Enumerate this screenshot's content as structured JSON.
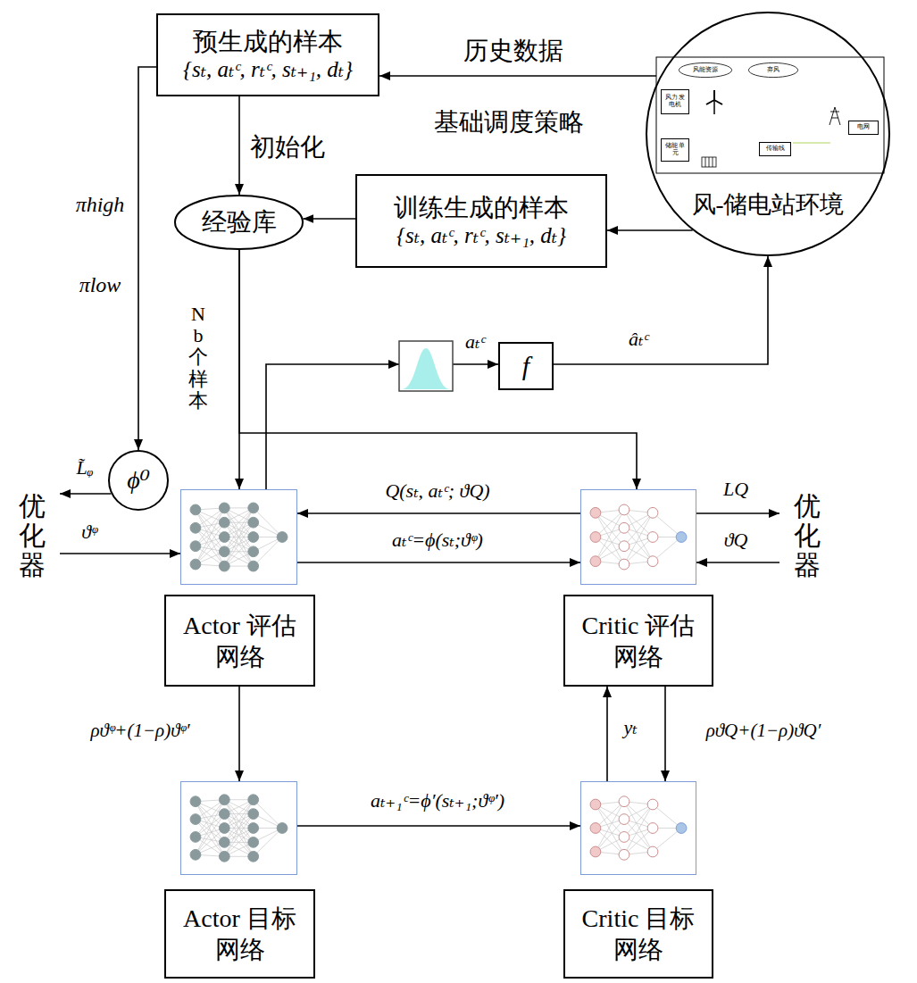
{
  "diagram": {
    "nodes": [
      {
        "text": [
          "预生成的样本",
          "{sₜ, aₜᶜ, rₜᶜ, sₜ₊₁, dₜ}"
        ]
      },
      {
        "text": [
          "风-储电站环境"
        ]
      },
      {
        "text": [
          "风能资源"
        ],
        "in": 1
      },
      {
        "text": [
          "弃风"
        ],
        "in": 1
      },
      {
        "text": [
          "风力 发电机"
        ],
        "in": 1
      },
      {
        "text": [
          "储能 单元"
        ],
        "in": 1
      },
      {
        "text": [
          "传输线"
        ],
        "in": 1
      },
      {
        "text": [
          "电网"
        ],
        "in": 1
      },
      {
        "text": [
          "经验库"
        ]
      },
      {
        "text": [
          "训练生成的样本",
          "{sₜ, aₜᶜ, rₜᶜ, sₜ₊₁, dₜ}"
        ]
      },
      {
        "text": [
          "f"
        ]
      },
      {
        "text": [
          "ϕ⁰"
        ]
      },
      {
        "text": [
          "优化器"
        ]
      },
      {
        "text": [
          "Actor 评估网络"
        ]
      },
      {
        "text": [
          "Critic 评估网络"
        ]
      },
      {
        "text": [
          "优化器"
        ]
      },
      {
        "text": [
          "Actor 目标网络"
        ]
      },
      {
        "text": [
          "Critic 目标网络"
        ]
      }
    ],
    "edges": [
      {
        "from": 1,
        "to": 0,
        "arrow": "to",
        "label": "历史数据"
      },
      {
        "from": 0,
        "to": 8,
        "arrow": "to",
        "label": "初始化"
      },
      {
        "from": 1,
        "to": 9,
        "arrow": "to"
      },
      {
        "from": 9,
        "to": 8,
        "arrow": "to"
      },
      {
        "from": 8,
        "to": 13,
        "arrow": "to",
        "label": "Nb个样本"
      },
      {
        "from": 8,
        "to": 14,
        "arrow": "to"
      },
      {
        "from": 13,
        "to": 10,
        "arrow": "to",
        "label": "aₜᶜ"
      },
      {
        "from": 10,
        "to": 1,
        "arrow": "to",
        "label": "âₜᶜ"
      },
      {
        "from": 14,
        "to": 13,
        "arrow": "to",
        "label": "Q(sₜ, aₜᶜ; ϑQ)"
      },
      {
        "from": 13,
        "to": 14,
        "arrow": "to",
        "label": "aₜᶜ=ϕ(sₜ;ϑᵠ)"
      },
      {
        "from": 14,
        "to": 15,
        "arrow": "to",
        "label": "LQ"
      },
      {
        "from": 15,
        "to": 14,
        "arrow": "to",
        "label": "ϑQ"
      },
      {
        "from": 11,
        "to": 12,
        "arrow": "to",
        "label": "L̃ᵩ"
      },
      {
        "from": 12,
        "to": 13,
        "arrow": "to",
        "label": "ϑᵠ"
      },
      {
        "from": 0,
        "to": 11,
        "arrow": "to"
      },
      {
        "from": 13,
        "to": 16,
        "arrow": "to",
        "label": "ρϑᵠ+(1−ρ)ϑᵠ′"
      },
      {
        "from": 16,
        "to": 17,
        "arrow": "to",
        "label": "aₜ₊₁ᶜ=ϕ′(sₜ₊₁;ϑᵠ′)"
      },
      {
        "from": 17,
        "to": 14,
        "arrow": "to",
        "label": "yₜ"
      },
      {
        "from": 14,
        "to": 17,
        "arrow": "to",
        "label": "ρϑQ+(1−ρ)ϑQ′"
      },
      {
        "from": 2,
        "to": 4,
        "arrow": "to"
      },
      {
        "from": 4,
        "to": 3,
        "arrow": "to"
      },
      {
        "from": 4,
        "to": 5,
        "arrow": "to"
      },
      {
        "from": 4,
        "to": 6,
        "arrow": "to"
      },
      {
        "from": 6,
        "to": 7,
        "arrow": "to"
      },
      {
        "from": 5,
        "to": 6,
        "arrow": "to"
      }
    ],
    "labels": [
      "基础调度策略",
      "πhigh",
      "πlow"
    ]
  }
}
